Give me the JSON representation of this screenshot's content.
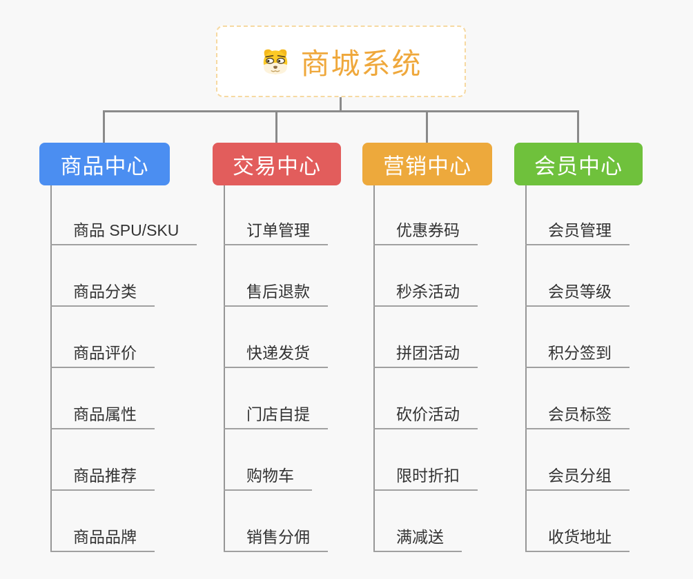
{
  "root": {
    "title": "商城系统",
    "icon": "dog-face-icon"
  },
  "branches": [
    {
      "label": "商品中心",
      "color": "#4b8ef1",
      "items": [
        "商品 SPU/SKU",
        "商品分类",
        "商品评价",
        "商品属性",
        "商品推荐",
        "商品品牌"
      ]
    },
    {
      "label": "交易中心",
      "color": "#e25d5c",
      "items": [
        "订单管理",
        "售后退款",
        "快递发货",
        "门店自提",
        "购物车",
        "销售分佣"
      ]
    },
    {
      "label": "营销中心",
      "color": "#eda93c",
      "items": [
        "优惠券码",
        "秒杀活动",
        "拼团活动",
        "砍价活动",
        "限时折扣",
        "满减送"
      ]
    },
    {
      "label": "会员中心",
      "color": "#6fc13c",
      "items": [
        "会员管理",
        "会员等级",
        "积分签到",
        "会员标签",
        "会员分组",
        "收货地址"
      ]
    }
  ],
  "colors": {
    "background": "#f8f8f8",
    "connector": "#8a8a8a",
    "trunk": "#969696",
    "underline": "#a0a0a0",
    "item_text": "#333333",
    "root_title": "#efa83c",
    "root_border": "#f6d9a1"
  }
}
